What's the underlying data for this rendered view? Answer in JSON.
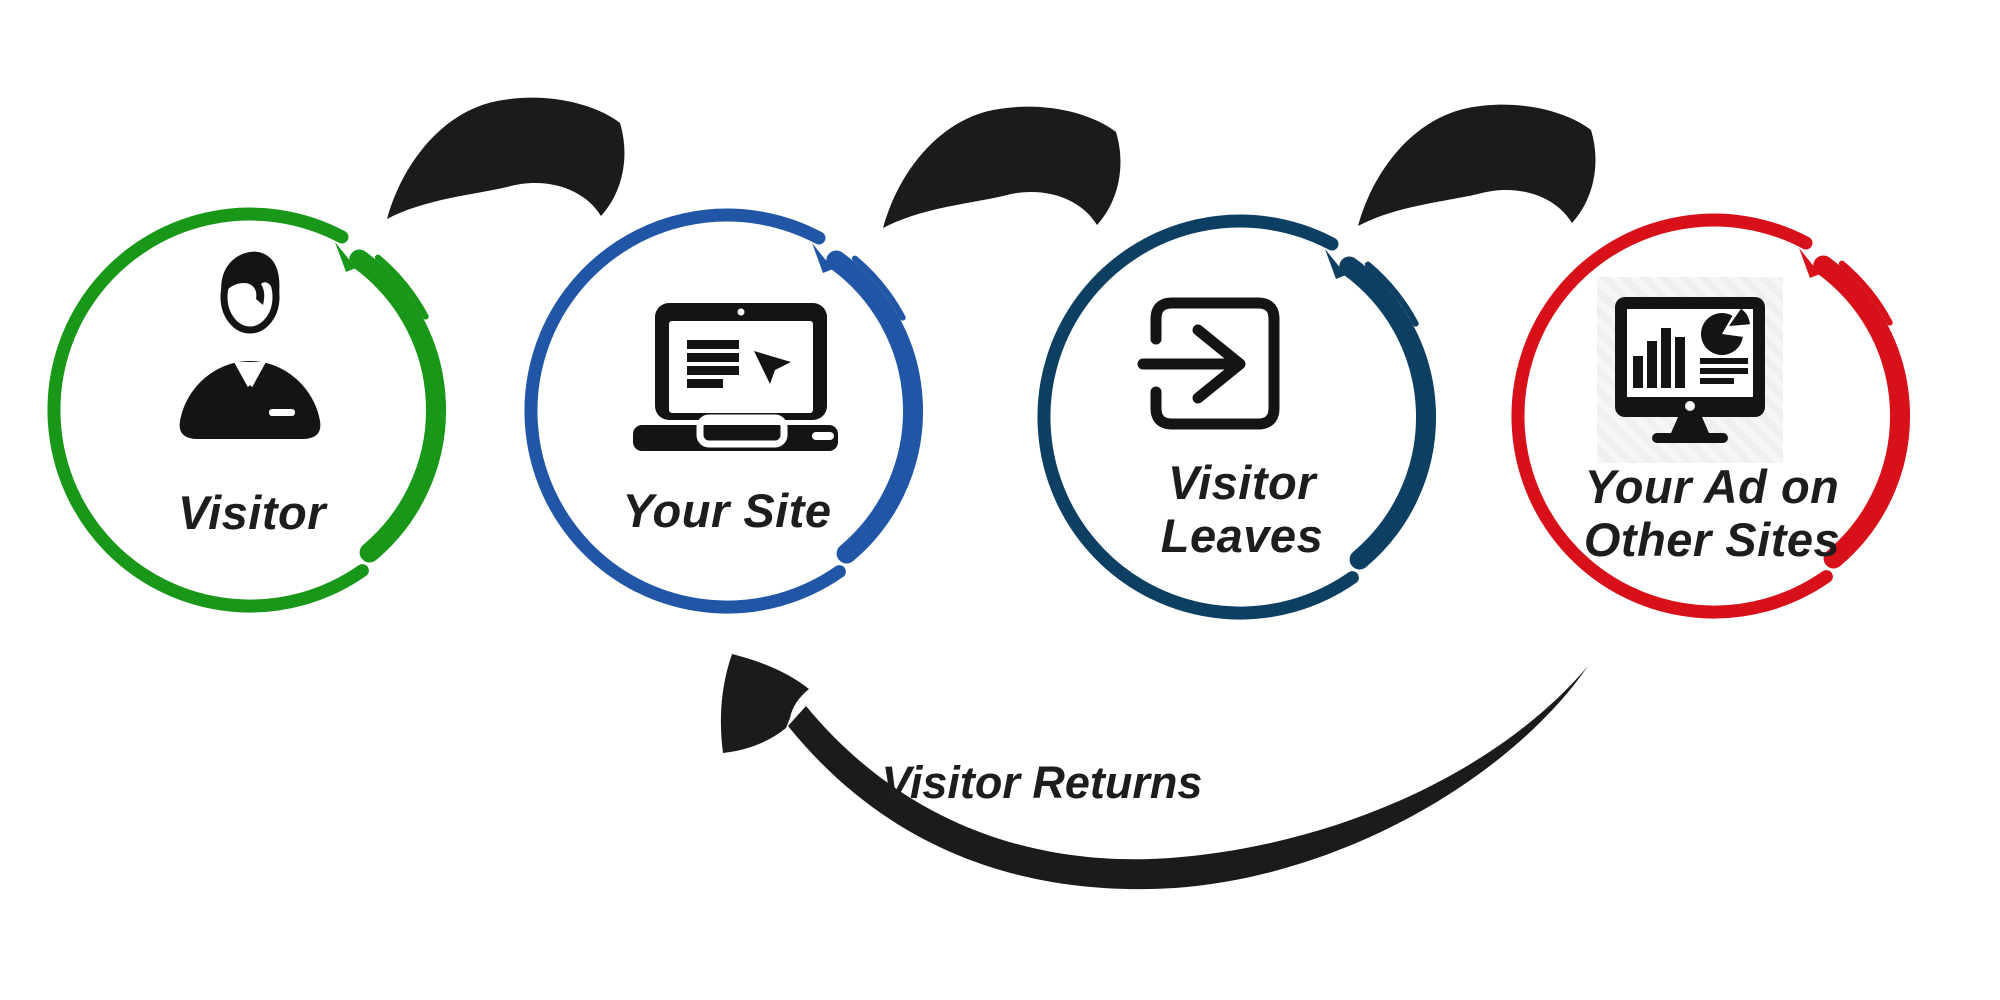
{
  "diagram": {
    "name": "retargeting-flow",
    "background": "#ffffff",
    "text_color": "#1d1d1d"
  },
  "colors": {
    "arrow": "#1b1b1b",
    "icon": "#141414"
  },
  "steps": [
    {
      "label": "Visitor",
      "color": "#189718",
      "icon": "businessman-icon"
    },
    {
      "label": "Your Site",
      "color": "#2156a6",
      "icon": "laptop-website-icon"
    },
    {
      "label": "Visitor Leaves",
      "label_line1": "Visitor",
      "label_line2": "Leaves",
      "color": "#0d3f63",
      "icon": "exit-arrow-icon"
    },
    {
      "label": "Your Ad on Other Sites",
      "label_line1": "Your Ad on",
      "label_line2": "Other Sites",
      "color": "#d8101a",
      "icon": "analytics-monitor-icon"
    }
  ],
  "return_arrow": {
    "label": "Visitor Returns"
  }
}
